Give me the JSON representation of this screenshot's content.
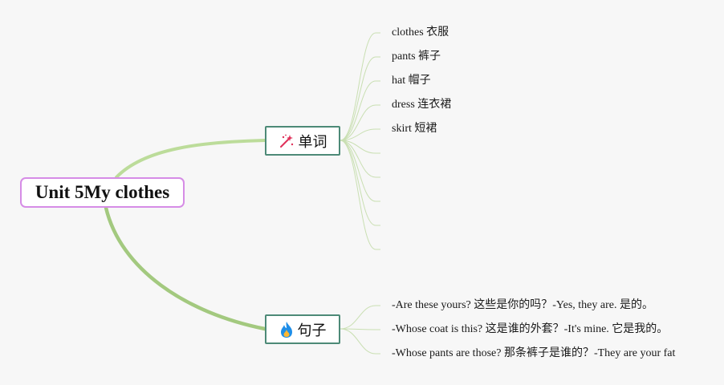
{
  "root": {
    "label": "Unit 5My clothes"
  },
  "branches": [
    {
      "label": "单词",
      "icon": "magic-wand-icon",
      "items": [
        "clothes 衣服",
        "pants 裤子",
        "hat 帽子",
        "dress 连衣裙",
        "skirt 短裙",
        "",
        "",
        "",
        "",
        ""
      ]
    },
    {
      "label": "句子",
      "icon": "fire-icon",
      "items": [
        "-Are these yours? 这些是你的吗？-Yes, they are. 是的。",
        "-Whose coat is this? 这是谁的外套？-It's mine. 它是我的。",
        "-Whose pants are those? 那条裤子是谁的？-They are your fat"
      ]
    }
  ],
  "colors": {
    "background": "#f7f7f7",
    "root_border": "#d68ce6",
    "branch_border": "#4d8a77",
    "connector": "#a3c97f",
    "leaf_line": "#c9dfb2",
    "wand_icon": "#e0315a",
    "fire_icon": "#1e8ee8"
  }
}
